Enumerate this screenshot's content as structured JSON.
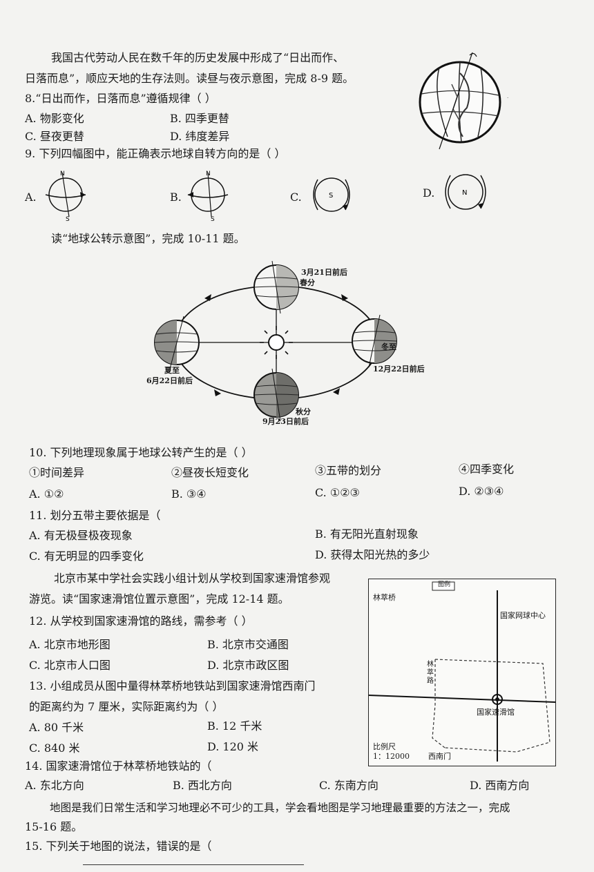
{
  "intro_1a": "我国古代劳动人民在数千年的历史发展中形成了“日出而作、",
  "intro_1b": "日落而息”，顺应天地的生存法则。读昼与夜示意图，完成 8-9 题。",
  "q8": {
    "stem": "8.“日出而作，日落而息”遵循规律（      ）",
    "options": [
      "A. 物影变化",
      "B. 四季更替",
      "C. 昼夜更替",
      "D. 纬度差异"
    ]
  },
  "q9": {
    "stem": "9. 下列四幅图中，能正确表示地球自转方向的是（      ）",
    "options": [
      "A.",
      "B.",
      "C.",
      "D."
    ],
    "labels": {
      "n": "N",
      "s": "S"
    }
  },
  "intro_2": "读“地球公转示意图”，完成 10-11 题。",
  "orbit": {
    "spring_date": "3月21日前后",
    "spring": "春分",
    "summer": "夏至",
    "summer_date": "6月22日前后",
    "winter": "冬至",
    "winter_date": "12月22日前后",
    "autumn": "秋分",
    "autumn_date": "9月23日前后"
  },
  "q10": {
    "stem": "10. 下列地理现象属于地球公转产生的是（      ）",
    "items": [
      "①时间差异",
      "②昼夜长短变化",
      "③五带的划分",
      "④四季变化"
    ],
    "options": [
      "A. ①②",
      "B. ③④",
      "C. ①②③",
      "D. ②③④"
    ]
  },
  "q11": {
    "stem": "11. 划分五带主要依据是（",
    "options": [
      "A. 有无极昼极夜现象",
      "B. 有无阳光直射现象",
      "C. 有无明显的四季变化",
      "D. 获得太阳光热的多少"
    ]
  },
  "intro_3a": "北京市某中学社会实践小组计划从学校到国家速滑馆参观",
  "intro_3b": "游览。读“国家速滑馆位置示意图”，完成 12-14 题。",
  "q12": {
    "stem": "12. 从学校到国家速滑馆的路线，需参考（      ）",
    "options": [
      "A. 北京市地形图",
      "B. 北京市交通图",
      "C. 北京市人口图",
      "D. 北京市政区图"
    ]
  },
  "q13": {
    "stem_a": "13. 小组成员从图中量得林萃桥地铁站到国家速滑馆西南门",
    "stem_b": "的距离约为 7 厘米，实际距离约为（      ）",
    "options": [
      "A. 80 千米",
      "B. 12 千米",
      "C. 840 米",
      "D. 120 米"
    ]
  },
  "map": {
    "title": "图例",
    "top_left": "林萃桥",
    "center": "国家网球中心",
    "side": "林萃路",
    "venue": "国家速滑馆",
    "scale_label": "比例尺",
    "scale": "1：12000",
    "gate": "西南门"
  },
  "q14": {
    "stem": "14. 国家速滑馆位于林萃桥地铁站的（",
    "options": [
      "A. 东北方向",
      "B. 西北方向",
      "C. 东南方向",
      "D. 西南方向"
    ]
  },
  "intro_4a": "地图是我们日常生活和学习地理必不可少的工具，学会看地图是学习地理最重要的方法之一，完成",
  "intro_4b": "15-16 题。",
  "q15": {
    "stem": "15. 下列关于地图的说法，错误的是（"
  }
}
